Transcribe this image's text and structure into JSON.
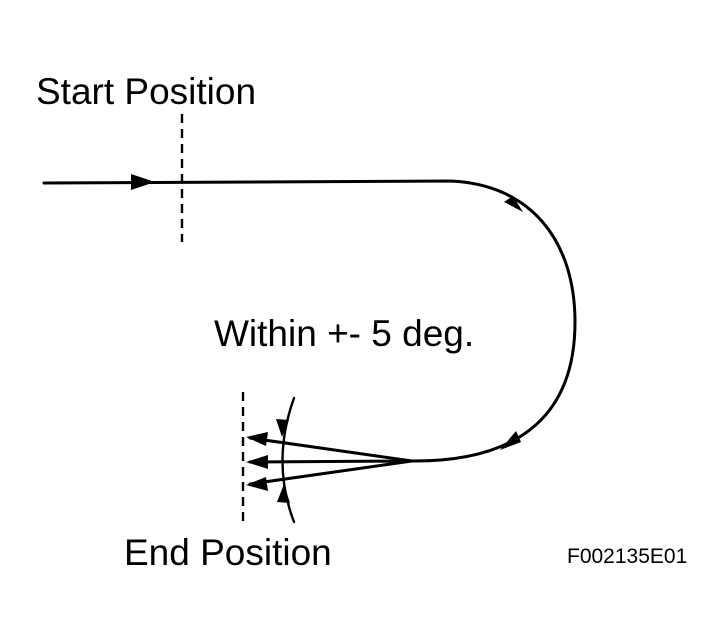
{
  "labels": {
    "start_position": "Start Position",
    "end_position": "End Position",
    "tolerance": "Within +- 5 deg.",
    "figure_code": "F002135E01"
  }
}
